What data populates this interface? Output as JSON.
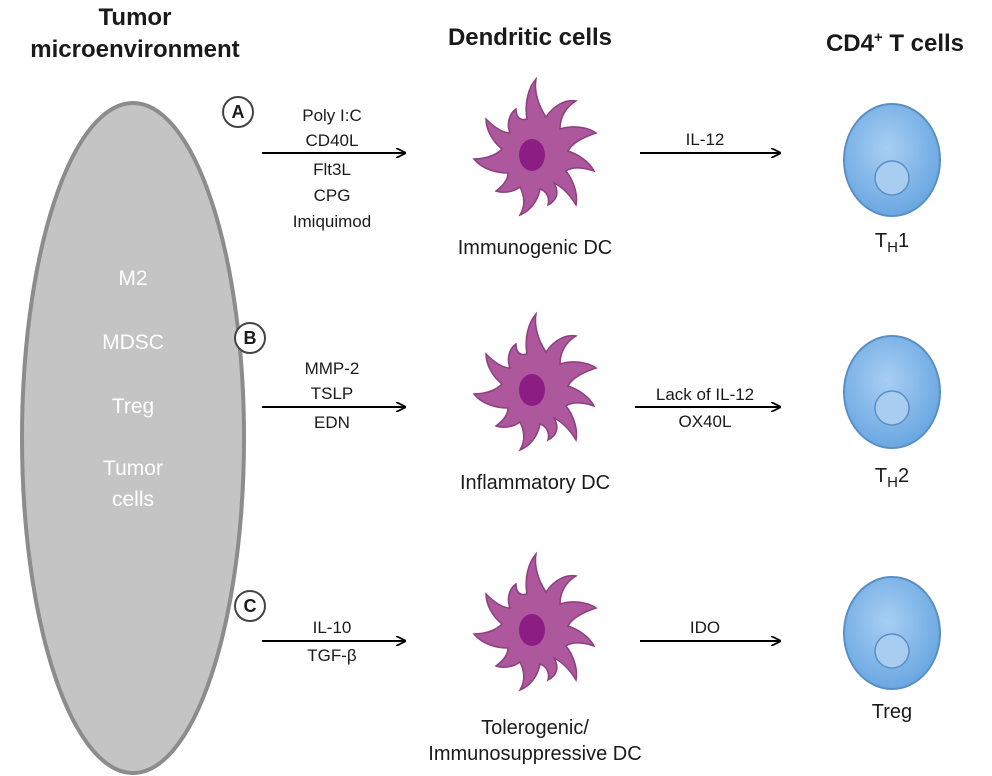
{
  "headers": {
    "tumor_line1": "Tumor",
    "tumor_line2": "microenvironment",
    "dc": "Dendritic cells",
    "tcells_prefix": "CD4",
    "tcells_sup": "+",
    "tcells_suffix": " T cells"
  },
  "environment": {
    "items": [
      "M2",
      "MDSC",
      "Treg",
      "Tumor",
      "cells"
    ]
  },
  "pathways": [
    {
      "badge": "A",
      "stimuli": [
        "Poly I:C",
        "CD40L",
        "Flt3L",
        "CPG",
        "Imiquimod"
      ],
      "dc_label_line1": "Immunogenic DC",
      "signal_above": "IL-12",
      "signal_below": "",
      "tcell_main": "T",
      "tcell_sub": "H",
      "tcell_suffix": "1"
    },
    {
      "badge": "B",
      "stimuli_above": [
        "MMP-2",
        "TSLP"
      ],
      "stimuli_below": [
        "EDN"
      ],
      "dc_label_line1": "Inflammatory DC",
      "signal_above": "Lack of IL-12",
      "signal_below": "OX40L",
      "tcell_main": "T",
      "tcell_sub": "H",
      "tcell_suffix": "2"
    },
    {
      "badge": "C",
      "stimuli_above": [
        "IL-10"
      ],
      "stimuli_below": [
        "TGF-β"
      ],
      "dc_label_line1": "Tolerogenic/",
      "dc_label_line2": "Immunosuppressive DC",
      "signal_above": "IDO",
      "signal_below": "",
      "tcell_main": "Treg"
    }
  ],
  "colors": {
    "ellipse_fill": "#c4c4c4",
    "ellipse_stroke": "#8c8c8c",
    "dc_fill": "#ad579d",
    "dc_nucleus": "#8c1d82",
    "tcell_fill": "#7fb6e8",
    "tcell_stroke": "#5a8fc4",
    "tcell_nucleus": "#a9cdf0"
  }
}
